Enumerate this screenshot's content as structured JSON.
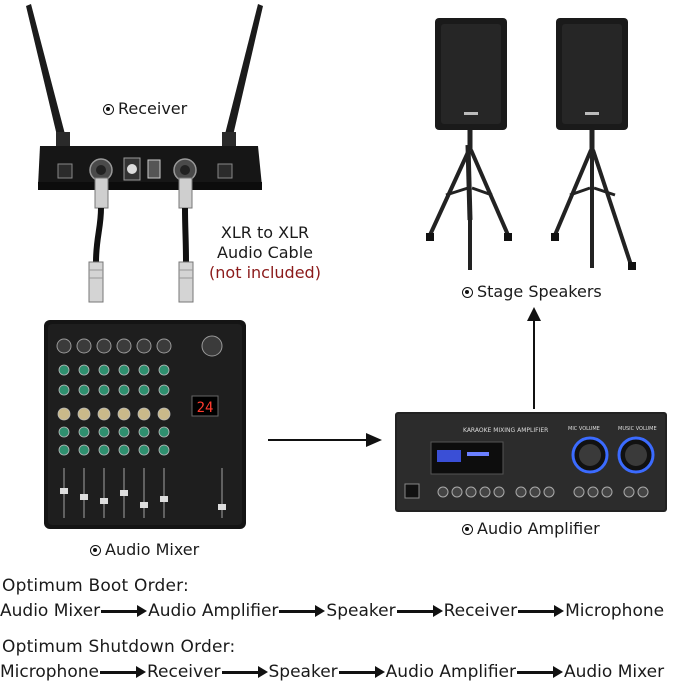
{
  "labels": {
    "receiver": "Receiver",
    "stage_speakers": "Stage Speakers",
    "audio_mixer": "Audio Mixer",
    "audio_amplifier": "Audio Amplifier"
  },
  "cable": {
    "line1": "XLR to XLR",
    "line2": "Audio Cable",
    "line3": "(not included)"
  },
  "amplifier_panel": {
    "title": "KARAOKE MIXING AMPLIFIER",
    "mic_volume": "MIC VOLUME",
    "music_volume": "MUSIC VOLUME"
  },
  "mixer_display": "24",
  "boot_order": {
    "title": "Optimum Boot Order:",
    "steps": [
      "Audio Mixer",
      "Audio Amplifier",
      "Speaker",
      "Receiver",
      "Microphone"
    ]
  },
  "shutdown_order": {
    "title": "Optimum Shutdown Order:",
    "steps": [
      "Microphone",
      "Receiver",
      "Speaker",
      "Audio Amplifier",
      "Audio Mixer"
    ]
  }
}
